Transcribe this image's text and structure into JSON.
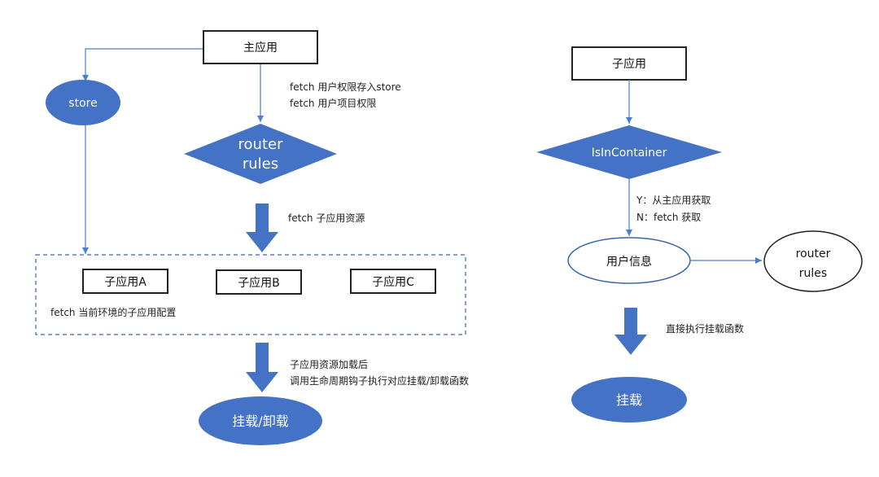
{
  "colors": {
    "blue": "#4472c4",
    "line": "#4a7fd0",
    "border": "#222222",
    "dash": "#3a66b0",
    "text": "#111111"
  },
  "left": {
    "main_app": "主应用",
    "store": "store",
    "router_rules_line1": "router",
    "router_rules_line2": "rules",
    "note_fetch_1": "fetch  用户权限存入store",
    "note_fetch_2": "fetch 用户项目权限",
    "note_sub_resource": "fetch  子应用资源",
    "sub_a": "子应用A",
    "sub_b": "子应用B",
    "sub_c": "子应用C",
    "note_env_config": "fetch 当前环境的子应用配置",
    "note_loaded_1": "子应用资源加载后",
    "note_loaded_2": "调用生命周期钩子执行对应挂载/卸载函数",
    "mount_unmount": "挂载/卸载"
  },
  "right": {
    "sub_app": "子应用",
    "is_in_container": "IsInContainer",
    "note_y": "Y：从主应用获取",
    "note_n": "N：fetch  获取",
    "user_info": "用户信息",
    "router_rules_line1": "router",
    "router_rules_line2": "rules",
    "note_direct": "直接执行挂载函数",
    "mount": "挂载"
  }
}
